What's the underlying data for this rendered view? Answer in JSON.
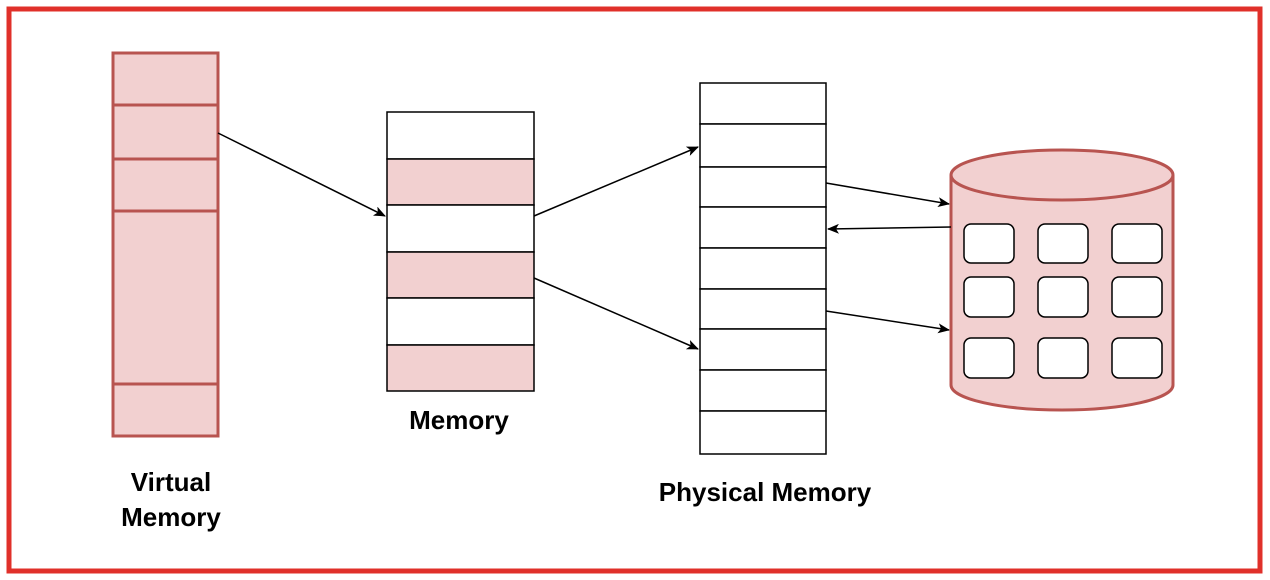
{
  "colors": {
    "frame": "#e0302a",
    "pink_fill": "#f2d0d0",
    "pink_stroke": "#b85450",
    "line": "#000000"
  },
  "labels": {
    "virtual_memory_line1": "Virtual",
    "virtual_memory_line2": "Memory",
    "memory": "Memory",
    "physical_memory": "Physical Memory"
  },
  "virtual_memory": {
    "blocks": [
      "pink",
      "pink",
      "pink",
      "pink",
      "pink"
    ]
  },
  "memory": {
    "blocks": [
      "white",
      "pink",
      "white",
      "pink",
      "white",
      "pink"
    ]
  },
  "physical_memory": {
    "blocks": [
      "white",
      "white",
      "white",
      "white",
      "white",
      "white",
      "white",
      "white",
      "white"
    ]
  },
  "disk": {
    "icon": "database-cylinder-icon",
    "grid_rows": 3,
    "grid_cols": 3
  },
  "arrows": [
    "virtual-memory-to-memory",
    "memory-to-physical-upper",
    "memory-to-physical-lower",
    "physical-to-disk-upper",
    "disk-to-physical",
    "physical-to-disk-lower"
  ]
}
